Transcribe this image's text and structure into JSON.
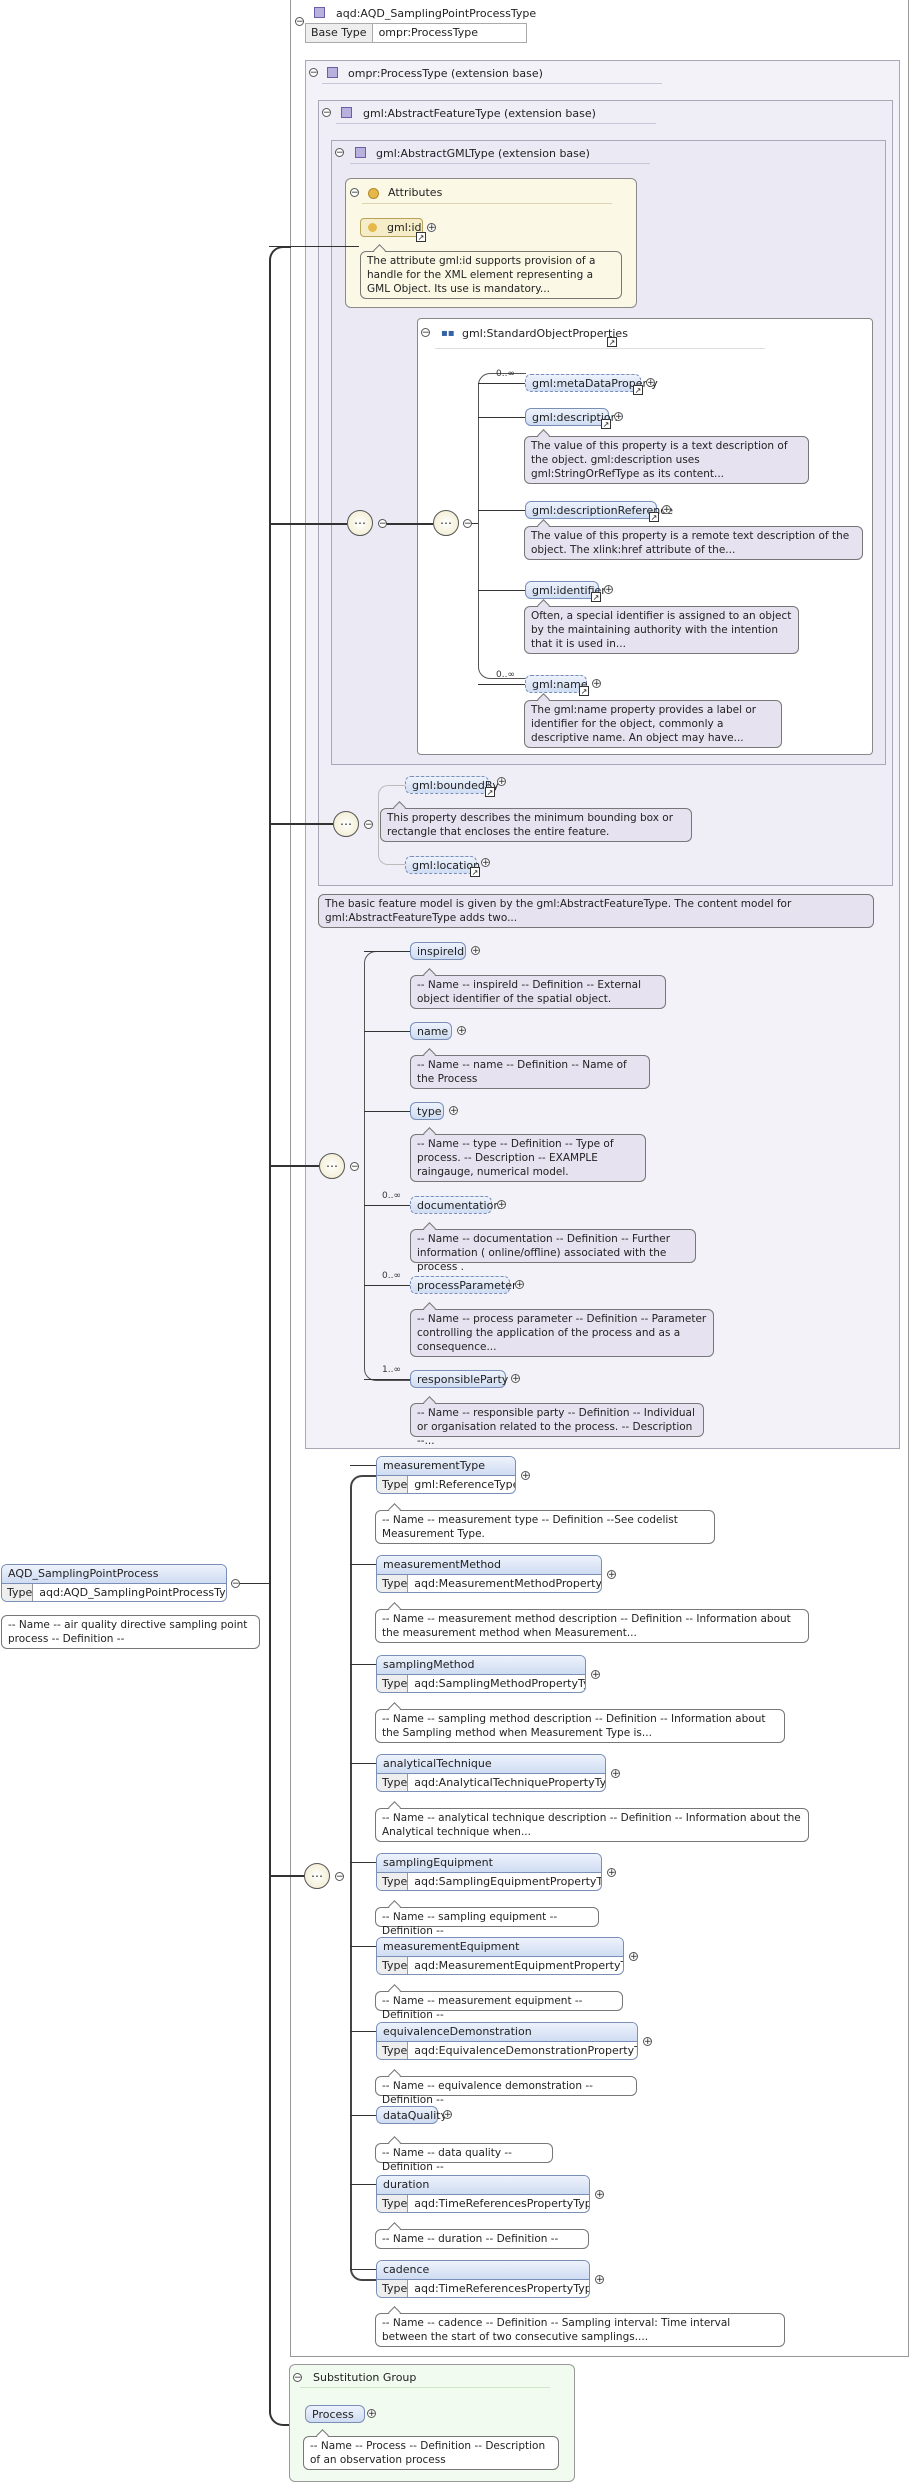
{
  "root": {
    "title": "aqd:AQD_SamplingPointProcessType",
    "base_label": "Base Type",
    "base_value": "ompr:ProcessType"
  },
  "ext1": "ompr:ProcessType (extension base)",
  "ext2": "gml:AbstractFeatureType (extension base)",
  "ext3": "gml:AbstractGMLType (extension base)",
  "attributes": {
    "label": "Attributes",
    "id": "gml:id",
    "id_doc": "The attribute gml:id supports provision of a handle for the XML element representing a GML Object. Its use is mandatory..."
  },
  "sop": {
    "label": "gml:StandardObjectProperties"
  },
  "sop_items": [
    {
      "name": "gml:metaDataProperty",
      "mult": "0..∞",
      "doc": ""
    },
    {
      "name": "gml:description",
      "mult": "",
      "doc": "The value of this property is a text description of the object. gml:description uses gml:StringOrRefType as its content..."
    },
    {
      "name": "gml:descriptionReference",
      "mult": "",
      "doc": "The value of this property is a remote text description of the object. The xlink:href attribute of the..."
    },
    {
      "name": "gml:identifier",
      "mult": "",
      "doc": "Often, a special identifier is assigned to an object by the maintaining authority with the intention that it is used in..."
    },
    {
      "name": "gml:name",
      "mult": "0..∞",
      "doc": "The gml:name property provides a label or identifier for the object, commonly a descriptive name. An object may have..."
    }
  ],
  "bounded": {
    "name": "gml:boundedBy",
    "doc": "This property describes the minimum bounding box or rectangle that encloses the entire feature.",
    "loc": "gml:location"
  },
  "feature_doc": "The basic feature model is given by the gml:AbstractFeatureType. The content model for gml:AbstractFeatureType adds two...",
  "process_items": [
    {
      "name": "inspireId",
      "mult": "",
      "doc": "-- Name -- inspireId -- Definition -- External object identifier of the spatial object."
    },
    {
      "name": "name",
      "mult": "",
      "doc": "-- Name -- name -- Definition -- Name of the Process"
    },
    {
      "name": "type",
      "mult": "",
      "doc": "-- Name -- type -- Definition -- Type of process. -- Description -- EXAMPLE raingauge, numerical model."
    },
    {
      "name": "documentation",
      "mult": "0..∞",
      "doc": "-- Name -- documentation -- Definition -- Further information ( online/offline) associated with the process ."
    },
    {
      "name": "processParameter",
      "mult": "0..∞",
      "doc": "-- Name -- process parameter -- Definition -- Parameter controlling the application of the process and as a consequence..."
    },
    {
      "name": "responsibleParty",
      "mult": "1..∞",
      "doc": "-- Name -- responsible party -- Definition -- Individual or organisation related to the process. -- Description --..."
    }
  ],
  "main": {
    "name": "AQD_SamplingPointProcess",
    "type_label": "Type",
    "type_value": "aqd:AQD_SamplingPointProcessType",
    "doc": "-- Name -- air quality directive sampling point process -- Definition --"
  },
  "aqd_items": [
    {
      "name": "measurementType",
      "type": "gml:ReferenceType",
      "doc": "-- Name -- measurement type -- Definition --See codelist Measurement Type."
    },
    {
      "name": "measurementMethod",
      "type": "aqd:MeasurementMethodPropertyType",
      "doc": "-- Name -- measurement method description -- Definition -- Information about the measurement method when Measurement..."
    },
    {
      "name": "samplingMethod",
      "type": "aqd:SamplingMethodPropertyType",
      "doc": "-- Name -- sampling method description -- Definition -- Information about the Sampling method when Measurement Type is..."
    },
    {
      "name": "analyticalTechnique",
      "type": "aqd:AnalyticalTechniquePropertyType",
      "doc": "-- Name -- analytical technique description -- Definition -- Information about the Analytical technique when..."
    },
    {
      "name": "samplingEquipment",
      "type": "aqd:SamplingEquipmentPropertyType",
      "doc": "-- Name -- sampling equipment -- Definition --"
    },
    {
      "name": "measurementEquipment",
      "type": "aqd:MeasurementEquipmentPropertyType",
      "doc": "-- Name -- measurement equipment -- Definition --"
    },
    {
      "name": "equivalenceDemonstration",
      "type": "aqd:EquivalenceDemonstrationPropertyType",
      "doc": "-- Name -- equivalence demonstration -- Definition --"
    },
    {
      "name": "dataQuality",
      "type": "",
      "doc": "-- Name -- data quality -- Definition --"
    },
    {
      "name": "duration",
      "type": "aqd:TimeReferencesPropertyType",
      "doc": "-- Name -- duration -- Definition --"
    },
    {
      "name": "cadence",
      "type": "aqd:TimeReferencesPropertyType",
      "doc": "-- Name -- cadence -- Definition -- Sampling interval: Time interval between the start of two consecutive samplings...."
    }
  ],
  "type_label": "Type",
  "subst": {
    "label": "Substitution Group",
    "name": "Process",
    "doc": "-- Name -- Process -- Definition -- Description of an observation process"
  },
  "colors": {
    "panel": "#f3f2f8",
    "element": "#cfdcf2",
    "doc_lavender": "#e6e2f0",
    "attributes": "#fbf8e6",
    "substitution": "#f2fbf0"
  }
}
